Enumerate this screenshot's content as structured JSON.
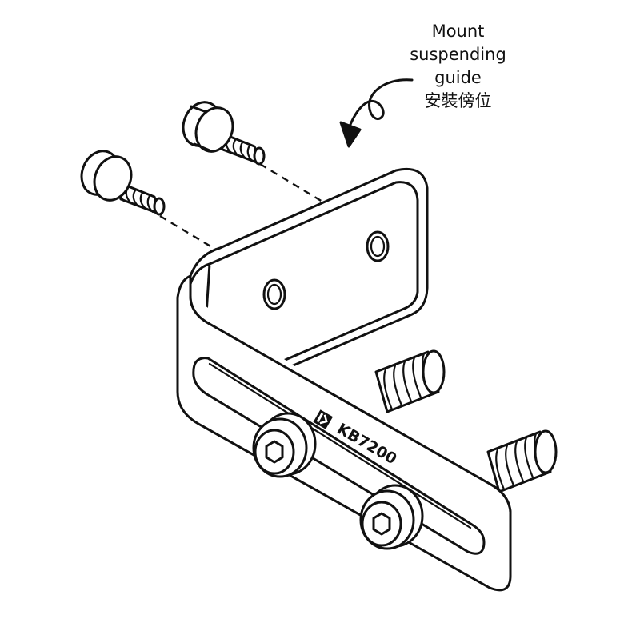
{
  "callout": {
    "line1": "Mount",
    "line2": "suspending",
    "line3": "guide",
    "line4": "安裝傍位"
  },
  "bracket": {
    "model": "KB7200",
    "logo": "KB brand mark"
  },
  "colors": {
    "outline": "#111111",
    "fill": "#ffffff"
  }
}
